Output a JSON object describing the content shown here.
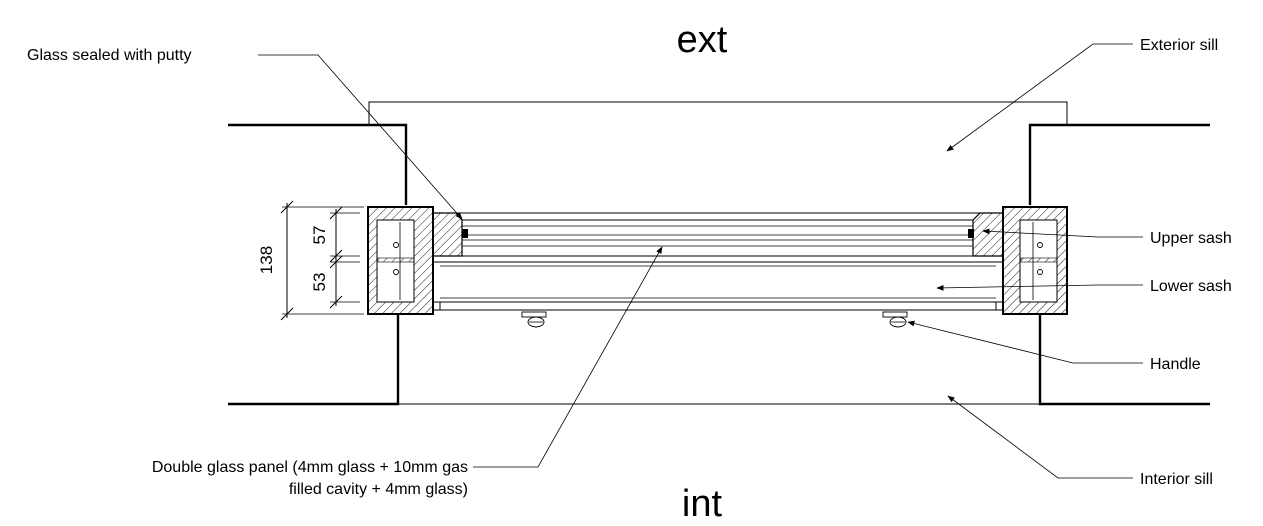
{
  "orientation": {
    "exterior": "ext",
    "interior": "int"
  },
  "labels": {
    "glass_putty": "Glass sealed with putty",
    "exterior_sill": "Exterior sill",
    "upper_sash": "Upper sash",
    "lower_sash": "Lower sash",
    "handle": "Handle",
    "double_glass_line1": "Double glass panel (4mm glass + 10mm gas",
    "double_glass_line2": "filled cavity + 4mm glass)",
    "interior_sill": "Interior sill"
  },
  "dimensions": {
    "total": "138",
    "upper": "57",
    "lower": "53"
  }
}
